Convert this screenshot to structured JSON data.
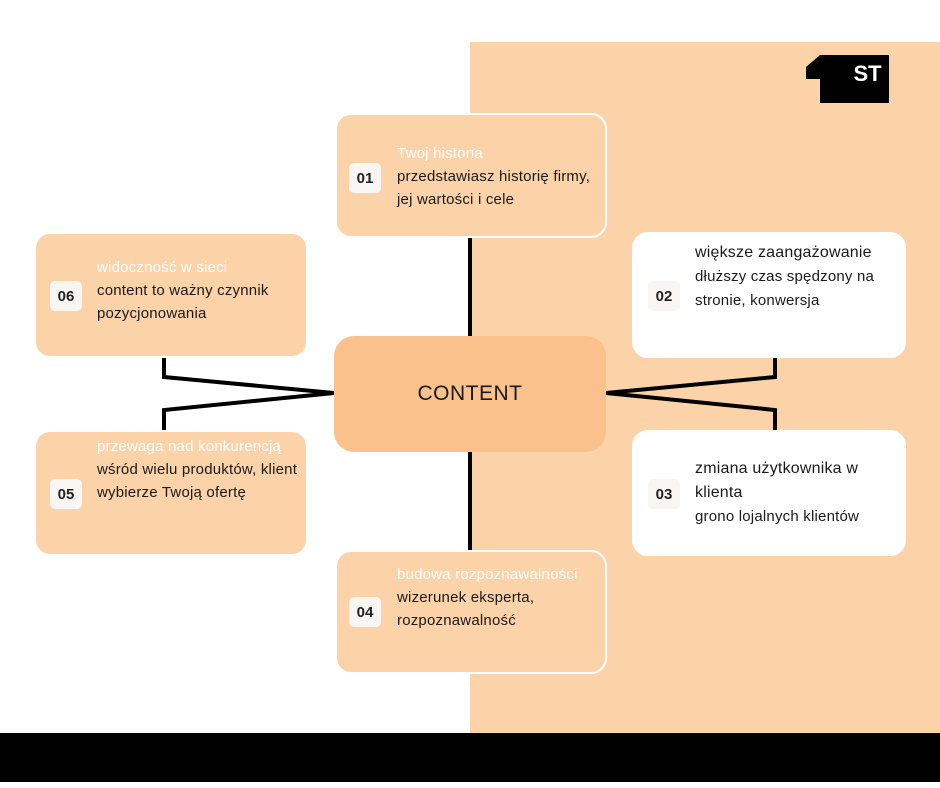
{
  "logo": {
    "text": "ST"
  },
  "center": {
    "label": "CONTENT"
  },
  "cards": [
    {
      "number": "01",
      "title": "Twoj historia",
      "description": "przedstawiasz historię firmy, jej wartości i cele"
    },
    {
      "number": "02",
      "title": "większe zaangażowanie",
      "description": "dłuższy czas spędzony na stronie, konwersja"
    },
    {
      "number": "03",
      "title": "zmiana użytkownika w klienta",
      "description": "grono lojalnych klientów"
    },
    {
      "number": "04",
      "title": "budowa rozpoznawalności",
      "description": "wizerunek eksperta, rozpoznawalność"
    },
    {
      "number": "05",
      "title": "przewaga nad konkurencją",
      "description": "wśród wielu produktów, klient wybierze Twoją ofertę"
    },
    {
      "number": "06",
      "title": "widoczność w sieci",
      "description": "content to ważny czynnik pozycjonowania"
    }
  ],
  "colors": {
    "peach": "#fcd2a9",
    "center": "#fbc18d",
    "line": "#000000"
  }
}
